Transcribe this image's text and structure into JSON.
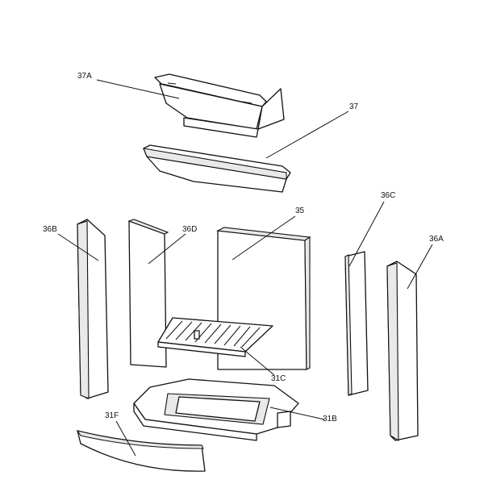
{
  "diagram": {
    "labels": {
      "p37A": "37A",
      "p37": "37",
      "p35": "35",
      "p36C": "36C",
      "p36B": "36B",
      "p36D": "36D",
      "p36A": "36A",
      "p31C": "31C",
      "p31B": "31B",
      "p31F": "31F"
    }
  }
}
